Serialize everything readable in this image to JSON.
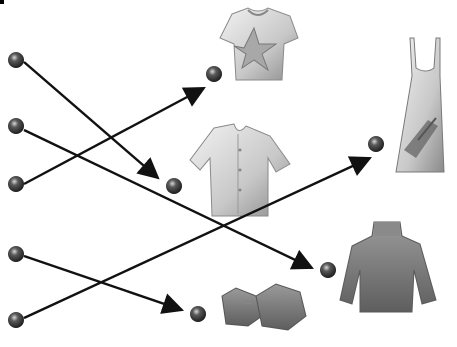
{
  "colors": {
    "arrow": "#111111",
    "dot_dark": "#1e1e1e",
    "dot_mid": "#5a5a5a",
    "dot_highlight": "#d9d9d9",
    "clothing_base": "#c8c8c8",
    "clothing_dark": "#7a7a7a",
    "clothing_light": "#f2f2f2"
  },
  "icons": {
    "tshirt": "tshirt-icon",
    "dress": "dress-icon",
    "shirt": "shirt-icon",
    "sweater": "sweater-icon",
    "shoes": "shoes-icon",
    "dot": "bullet-dot-icon"
  },
  "left_dots": 5,
  "right_dots": 5,
  "connections": [
    {
      "from": "left-1",
      "to": "shirt"
    },
    {
      "from": "left-2",
      "to": "sweater"
    },
    {
      "from": "left-3",
      "to": "tshirt"
    },
    {
      "from": "left-4",
      "to": "shoes"
    },
    {
      "from": "left-5",
      "to": "dress"
    }
  ]
}
